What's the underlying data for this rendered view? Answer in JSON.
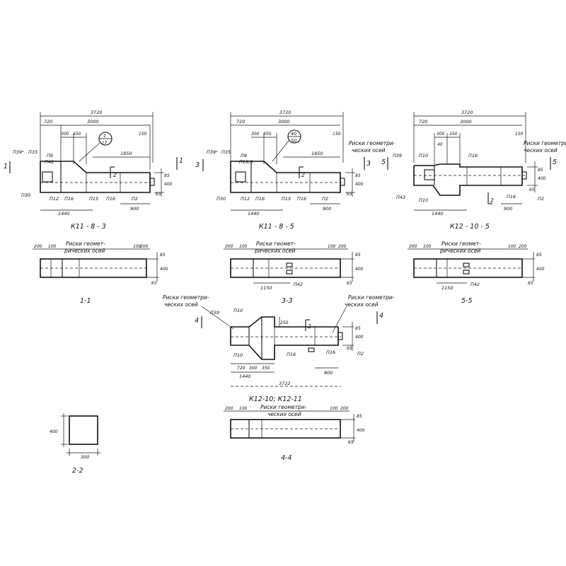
{
  "dims": {
    "d3720": "3720",
    "d3000": "3000",
    "d720": "720",
    "d300": "300",
    "d350": "350",
    "d150": "150",
    "d1850": "1850",
    "d1440": "1440",
    "d900": "900",
    "d400": "400",
    "d85": "85",
    "d65": "65",
    "d200": "200",
    "d100": "100",
    "d1150": "1150",
    "d40": "40",
    "d250": "250",
    "d300v": "300",
    "d3722": "3722"
  },
  "marks": {
    "p39a": "П39ᵃ",
    "p35": "П35",
    "p9": "П9",
    "p42": "П42",
    "p30": "П30",
    "p12": "П12",
    "p16": "П16",
    "p15": "П15",
    "p2": "П2",
    "p43": "П43",
    "p10": "П10",
    "p39": "П39",
    "p165": "П16,5"
  },
  "balloons": {
    "b1_top": "1",
    "b1_bot": "27",
    "b2_top": "40",
    "b2_bot": "50"
  },
  "captions": {
    "k11_8_3": "К11 - 8 - 3",
    "k11_8_5": "К11 - 8 - 5",
    "k12_10_5": "К12 - 10 - 5",
    "k12_10_11": "К12-10; К12-11"
  },
  "sections": {
    "s11": "1-1",
    "s33": "3-3",
    "s55": "5-5",
    "s44": "4-4",
    "s22": "2-2",
    "n1": "1",
    "n2": "2",
    "n3": "3",
    "n4": "4",
    "n5": "5"
  },
  "notes": {
    "axes_a1": "Риски геомет-",
    "axes_a2": "рических осей",
    "axes_b1": "Риски геометри-",
    "axes_b2": "ческих осей",
    "axes_c1": "Риски геометри-",
    "axes_c2": "ческих осей"
  }
}
